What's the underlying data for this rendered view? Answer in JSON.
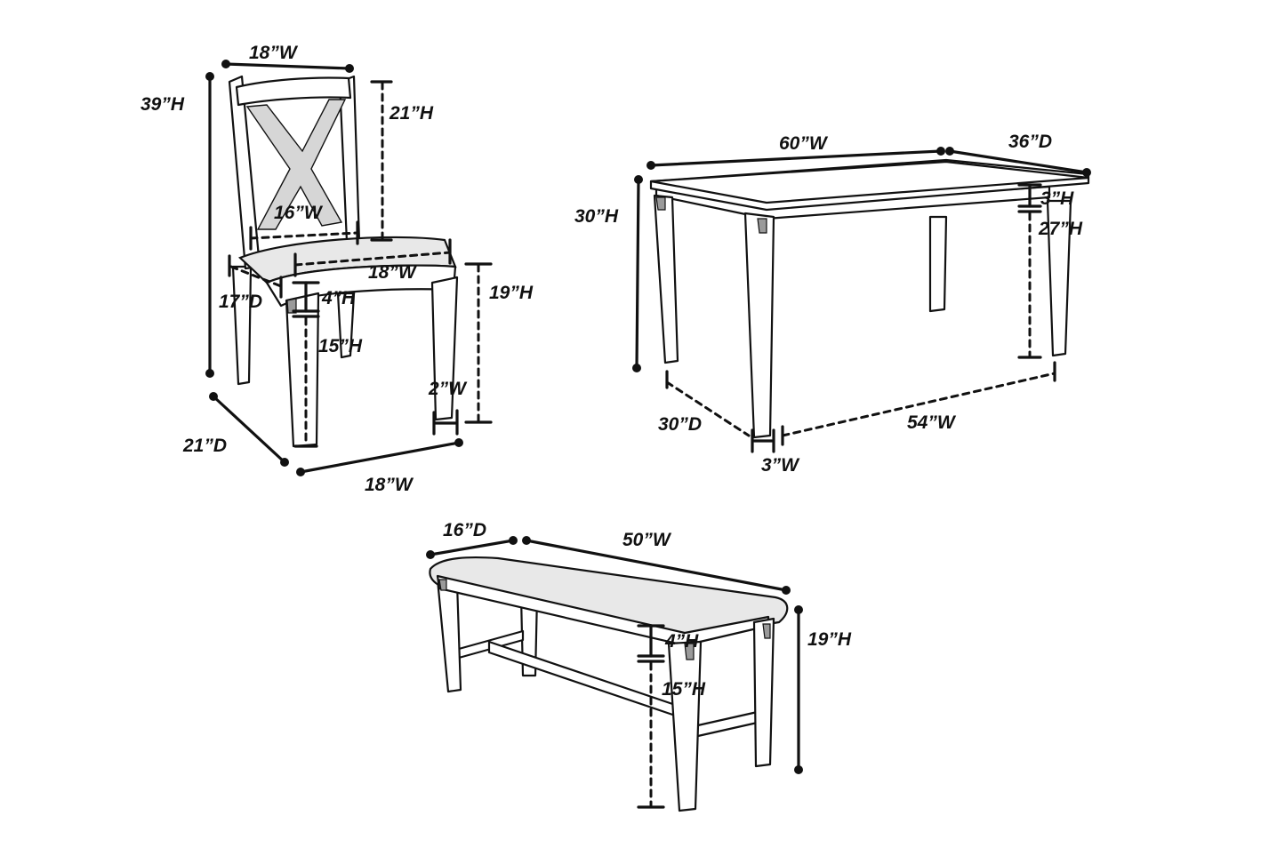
{
  "chair": {
    "seat_width_top": "18”W",
    "total_height": "39”H",
    "back_height": "21”H",
    "back_inner_width": "16”W",
    "seat_width": "18”W",
    "seat_depth": "17”D",
    "seat_thickness": "4”H",
    "seat_height": "19”H",
    "leg_height": "15”H",
    "leg_width": "2”W",
    "base_depth": "21”D",
    "base_width": "18”W"
  },
  "table": {
    "top_width": "60”W",
    "top_depth": "36”D",
    "total_height": "30”H",
    "apron_height": "3”H",
    "leg_height": "27”H",
    "base_depth": "30”D",
    "base_width": "54”W",
    "leg_width": "3”W"
  },
  "bench": {
    "depth": "16”D",
    "width": "50”W",
    "total_height": "19”H",
    "seat_thickness": "4”H",
    "leg_height": "15”H"
  }
}
